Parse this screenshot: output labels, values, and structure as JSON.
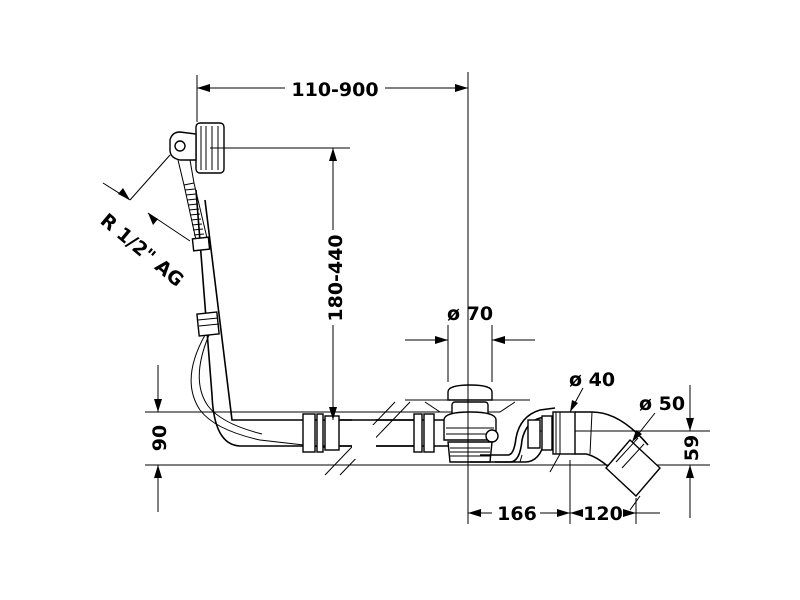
{
  "dimensions": {
    "horizontal_top": "110-900",
    "vertical_height": "180-440",
    "thread": "R 1/2\" AG",
    "drain_diameter": "ø 70",
    "pipe_diameter_small": "ø 40",
    "pipe_diameter_large": "ø 50",
    "left_height": "90",
    "right_height": "59",
    "bottom_left": "166",
    "bottom_right": "120"
  }
}
